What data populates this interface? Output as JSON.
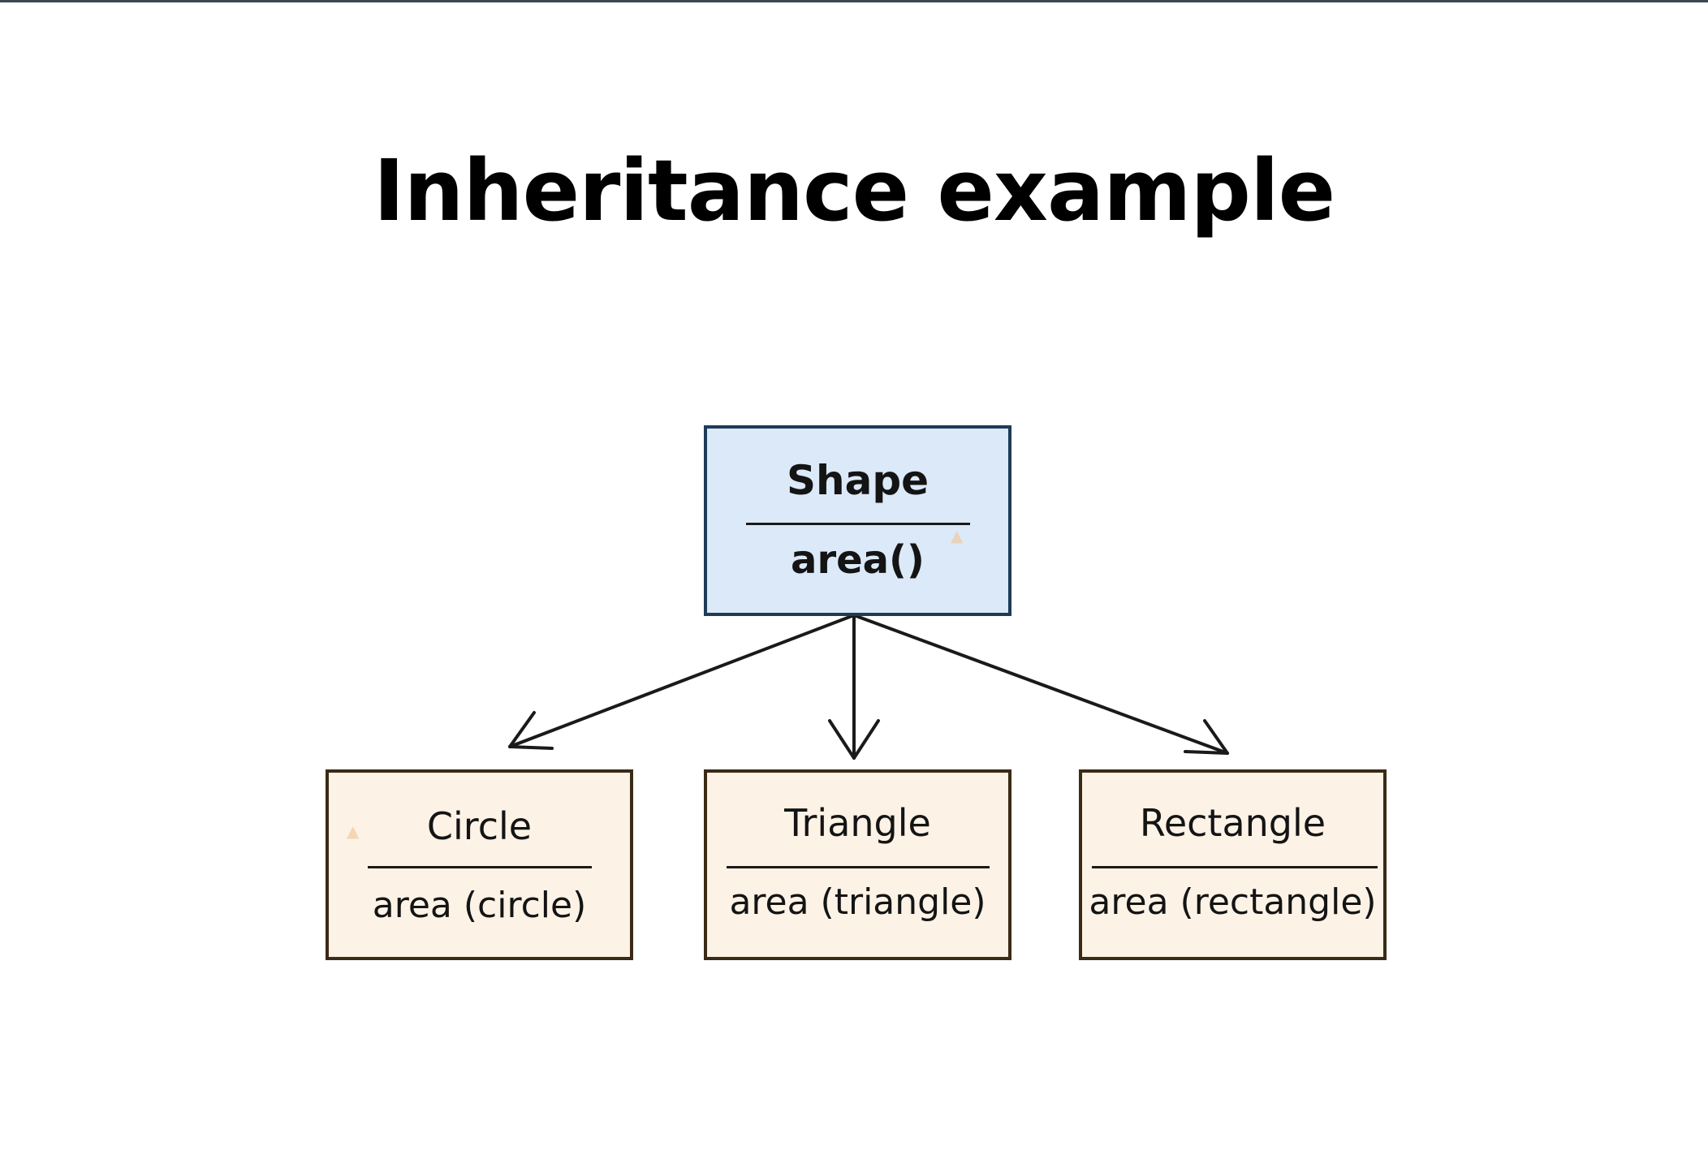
{
  "title": "Inheritance example",
  "parent": {
    "name": "Shape",
    "method": "area()"
  },
  "children": [
    {
      "name": "Circle",
      "method": "area (circle)"
    },
    {
      "name": "Triangle",
      "method": "area (triangle)"
    },
    {
      "name": "Rectangle",
      "method": "area (rectangle)"
    }
  ],
  "colors": {
    "parent_fill": "#dbe9f8",
    "parent_border": "#1f3b57",
    "child_fill": "#fcf2e6",
    "child_border": "#3a2a16",
    "arrow": "#1a1a1a"
  }
}
